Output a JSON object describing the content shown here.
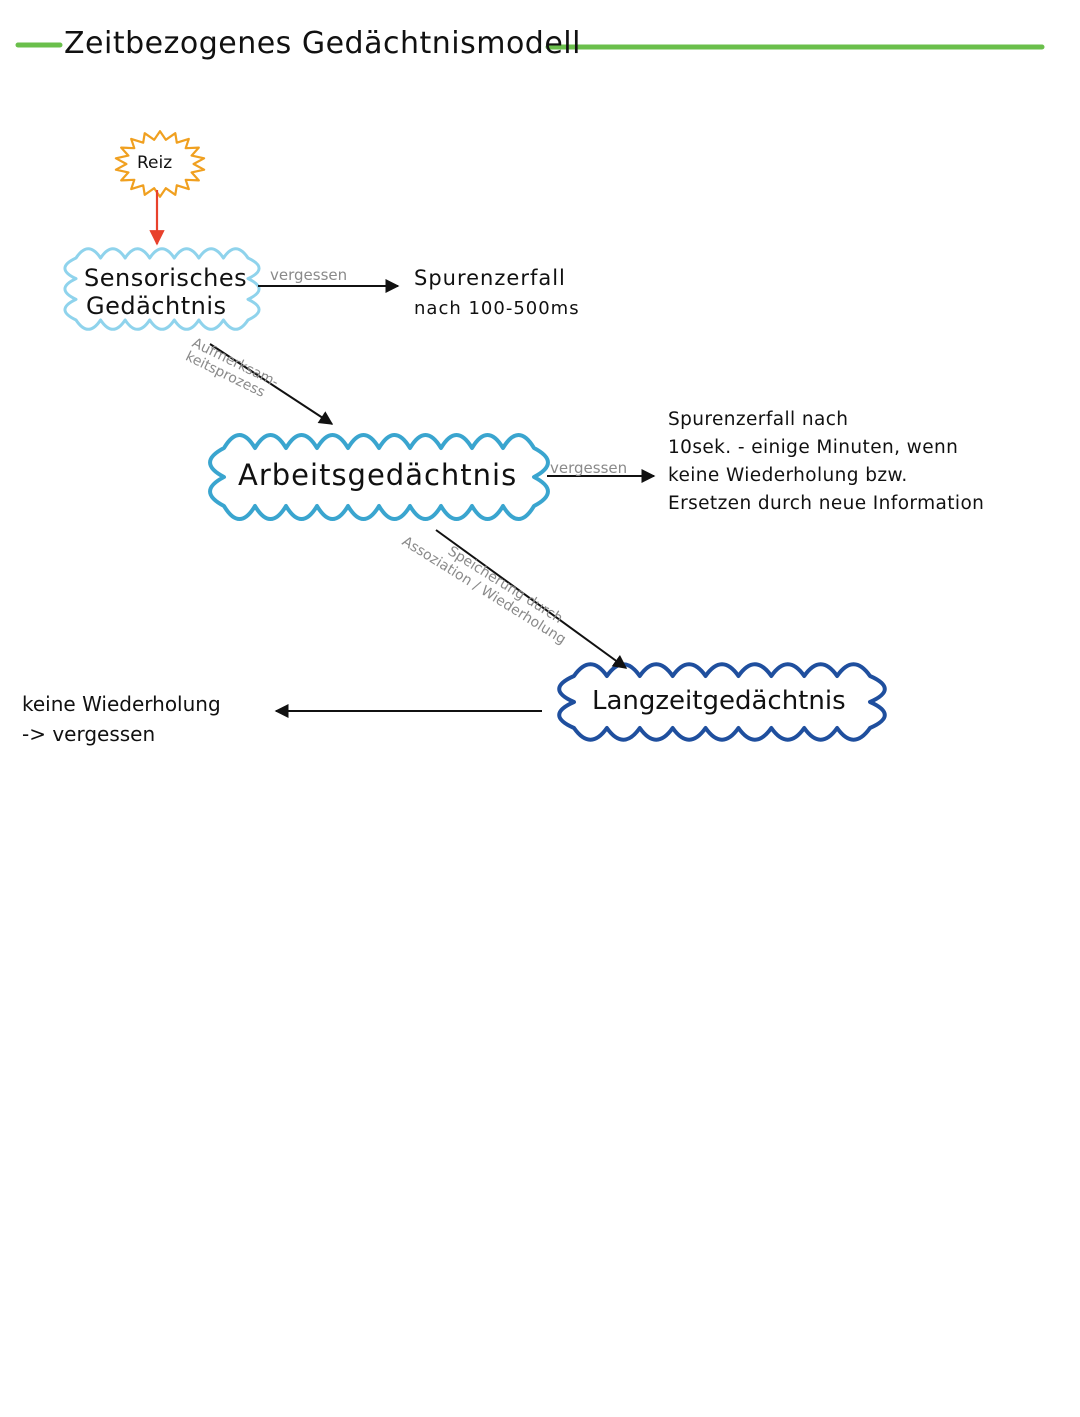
{
  "title": "Zeitbezogenes Gedächtnismodell",
  "stimulus": "Reiz",
  "sensory": {
    "line1": "Sensorisches",
    "line2": "Gedächtnis",
    "forget": "vergessen",
    "decay_line1": "Spurenzerfall",
    "decay_line2": "nach 100-500ms"
  },
  "attention": {
    "line1": "Aufmerksam-",
    "line2": "keitsprozess"
  },
  "working": {
    "label": "Arbeitsgedächtnis",
    "forget": "vergessen",
    "decay_lines": [
      "Spurenzerfall nach",
      "10sek. - einige Minuten, wenn",
      "keine Wiederholung bzw.",
      "Ersetzen durch neue Information"
    ]
  },
  "storage": {
    "line1": "Speicherung durch",
    "line2": "Assoziation / Wiederholung"
  },
  "longterm": {
    "label": "Langzeitgedächtnis",
    "forget_line1": "keine Wiederholung",
    "forget_line2": "-> vergessen"
  },
  "colors": {
    "title_rule": "#6abf4b",
    "stimulus_burst": "#f0a020",
    "stimulus_arrow": "#e8412c",
    "sensory_cloud": "#8fd3ec",
    "working_cloud": "#3aa5cf",
    "longterm_cloud": "#1f4f9e",
    "annotation_gray": "#8a8a8a"
  }
}
